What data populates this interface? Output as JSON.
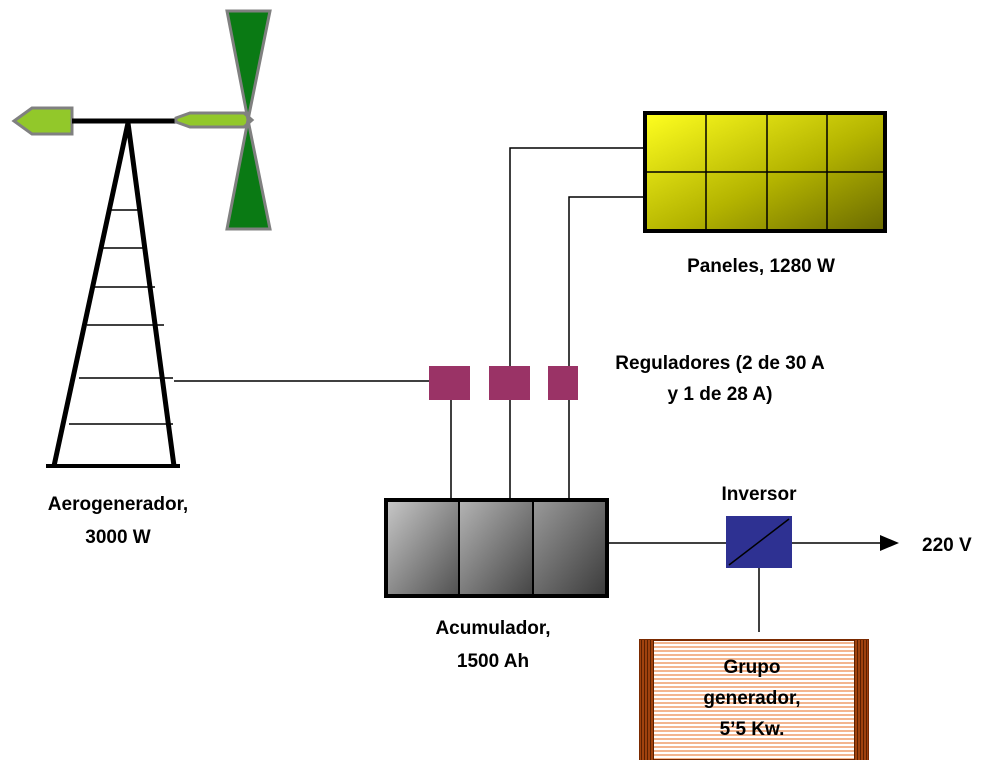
{
  "labels": {
    "aerogenerador_line1": "Aerogenerador,",
    "aerogenerador_line2": "3000 W",
    "paneles": "Paneles, 1280 W",
    "reguladores_line1": "Reguladores (2 de 30 A",
    "reguladores_line2": "y 1 de 28 A)",
    "inversor": "Inversor",
    "output": "220 V",
    "acumulador_line1": "Acumulador,",
    "acumulador_line2": "1500 Ah",
    "grupo_line1": "Grupo",
    "grupo_line2": "generador,",
    "grupo_line3": "5’5 Kw."
  },
  "colors": {
    "rotor_green": "#0a7a14",
    "vane_green": "#92c82a",
    "panel_yellow": "#e8e800",
    "panel_olive": "#6e6e00",
    "regulator": "#9a3366",
    "inverter": "#2e3192",
    "generator_brown": "#a0420e"
  }
}
